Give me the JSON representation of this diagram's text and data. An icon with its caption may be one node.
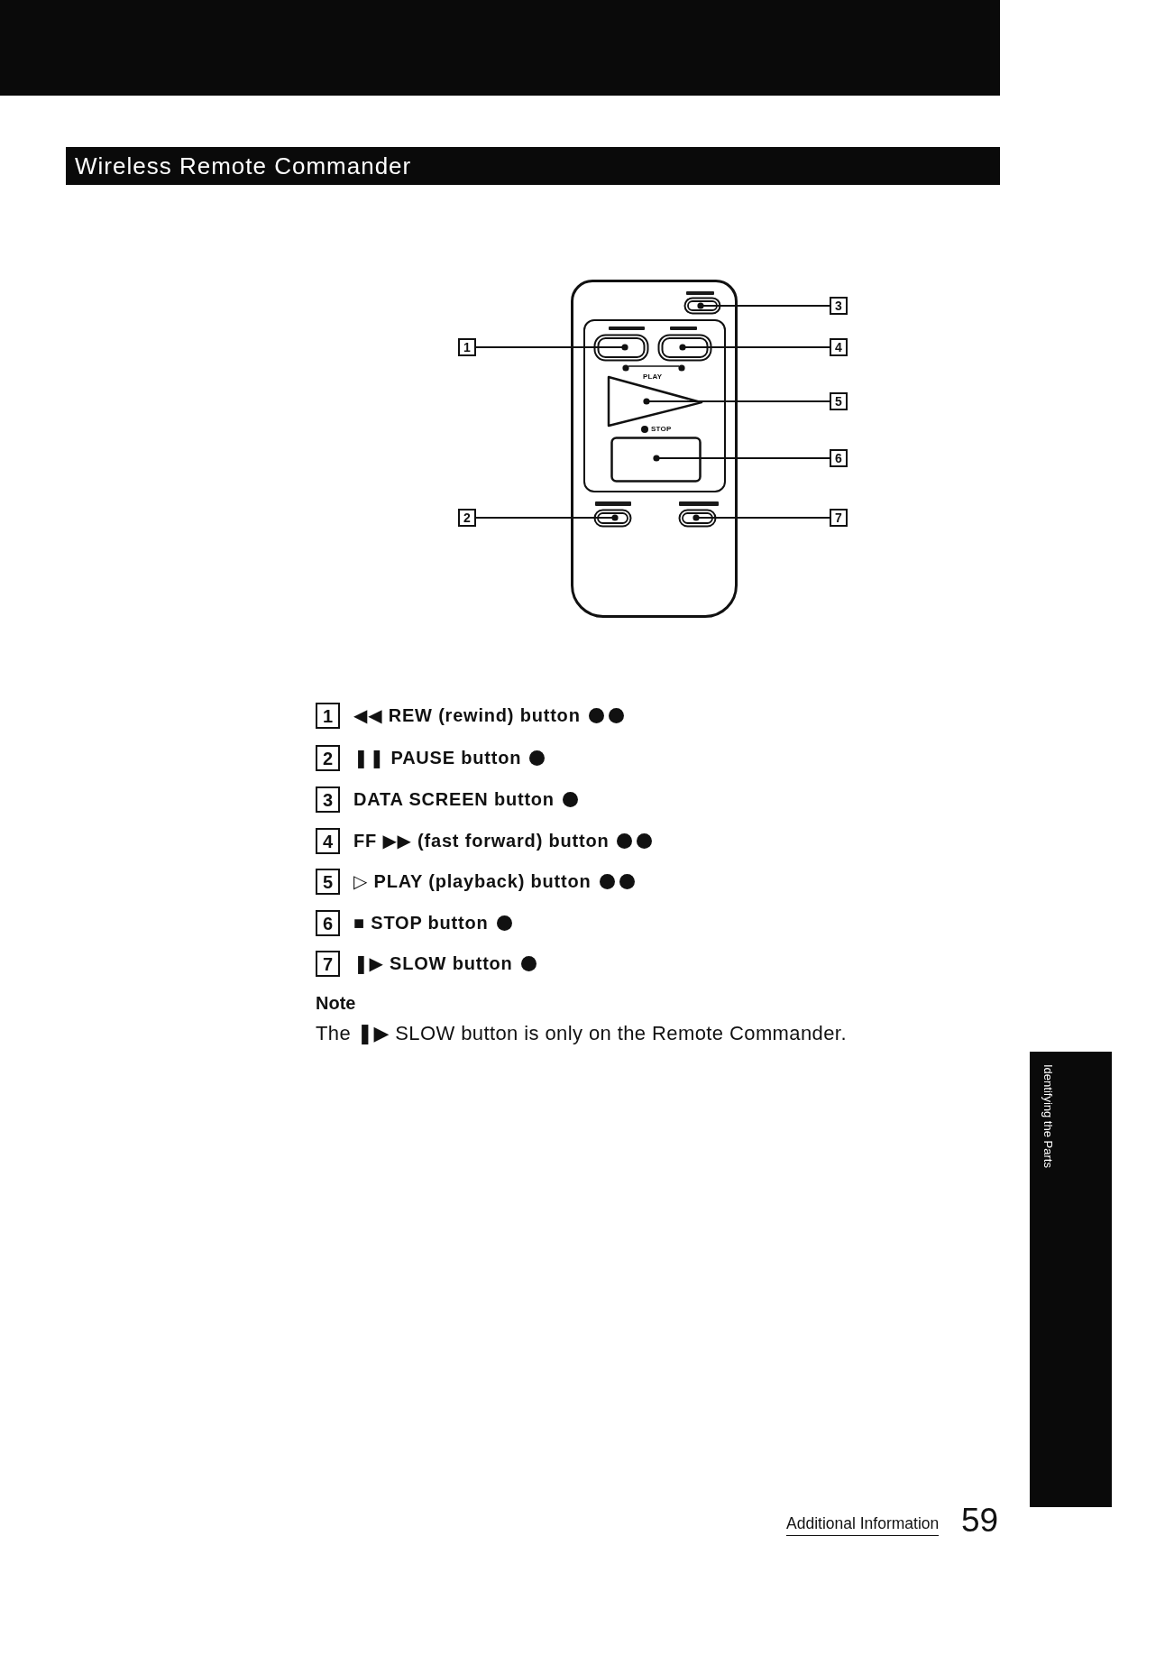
{
  "diagram": {
    "title": "Wireless Remote Commander",
    "nodes": [
      {
        "text": [],
        "shape": "picture"
      },
      {
        "text": [],
        "shape": "oval",
        "in": 0
      },
      {
        "text": [],
        "shape": "box",
        "in": 0
      },
      {
        "text": [],
        "shape": "box",
        "in": 0
      },
      {
        "text": [],
        "shape": "triangle",
        "in": 0
      },
      {
        "text": [],
        "shape": "box",
        "in": 0
      },
      {
        "text": [],
        "shape": "oval",
        "in": 0
      },
      {
        "text": [],
        "shape": "oval",
        "in": 0
      },
      {
        "text": [
          "3"
        ]
      },
      {
        "text": [
          "1"
        ]
      },
      {
        "text": [
          "4"
        ]
      },
      {
        "text": [
          "5"
        ]
      },
      {
        "text": [
          "6"
        ]
      },
      {
        "text": [
          "2"
        ]
      },
      {
        "text": [
          "7"
        ]
      },
      {
        "text": [
          "1"
        ],
        "beside": [
          "◀◀ REW (rewind) button"
        ]
      },
      {
        "text": [
          "2"
        ],
        "beside": [
          "❚❚ PAUSE button"
        ]
      },
      {
        "text": [
          "3"
        ],
        "beside": [
          "DATA SCREEN button"
        ]
      },
      {
        "text": [
          "4"
        ],
        "beside": [
          "FF ▶▶ (fast forward) button"
        ]
      },
      {
        "text": [
          "5"
        ],
        "beside": [
          "▷ PLAY (playback) button"
        ]
      },
      {
        "text": [
          "6"
        ],
        "beside": [
          "■ STOP button"
        ]
      },
      {
        "text": [
          "7"
        ],
        "beside": [
          "❚▶ SLOW button"
        ]
      }
    ],
    "edges": [
      {
        "from": 8,
        "to": 1,
        "arrow": "other"
      },
      {
        "from": 9,
        "to": 2,
        "arrow": "other"
      },
      {
        "from": 10,
        "to": 3,
        "arrow": "other"
      },
      {
        "from": 11,
        "to": 4,
        "arrow": "other"
      },
      {
        "from": 12,
        "to": 5,
        "arrow": "other"
      },
      {
        "from": 13,
        "to": 6,
        "arrow": "other"
      },
      {
        "from": 14,
        "to": 7,
        "arrow": "other"
      }
    ],
    "labels": [
      "PLAY",
      "STOP",
      "Note",
      "The ❚▶ SLOW button is only on the Remote Commander.",
      "Identifying the Parts",
      "Additional Information",
      "59"
    ]
  }
}
